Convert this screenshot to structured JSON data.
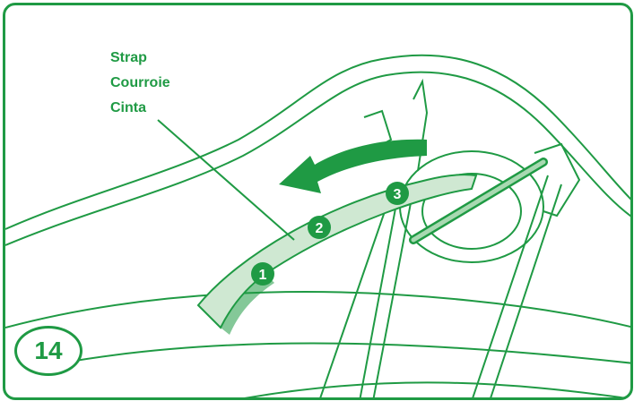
{
  "labels": {
    "en": "Strap",
    "fr": "Courroie",
    "es": "Cinta"
  },
  "strap_markers": [
    "1",
    "2",
    "3"
  ],
  "step": {
    "number": "14"
  },
  "colors": {
    "accent": "#1f9a44",
    "strap_fill": "#cfe8d2",
    "line": "#1f9a44"
  },
  "icons": {
    "arrow": "curved-arrow-left-icon"
  }
}
